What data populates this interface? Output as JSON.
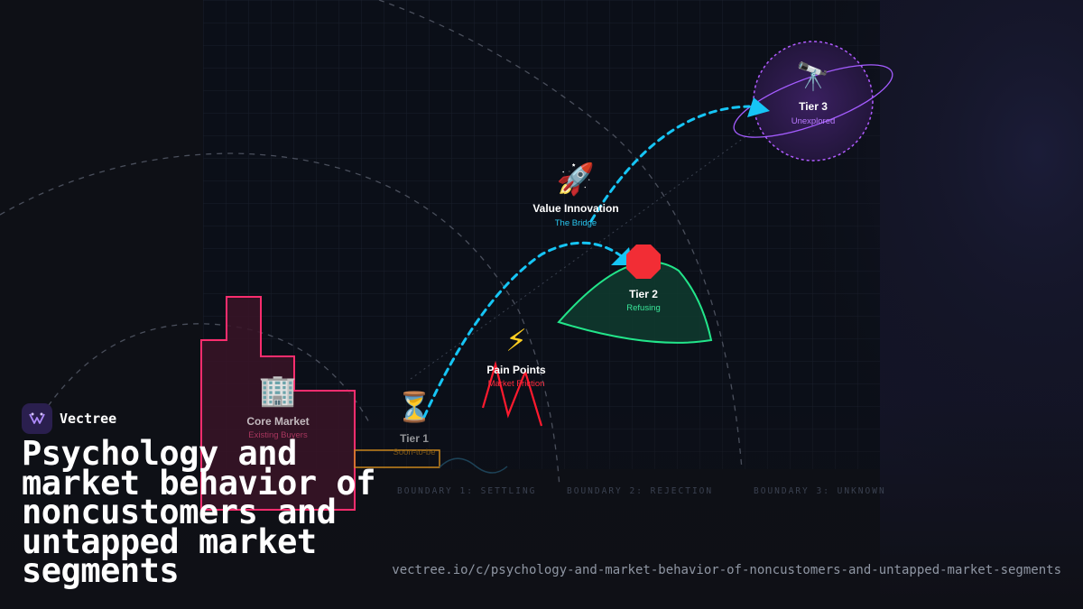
{
  "brand": {
    "name": "Vectree"
  },
  "title": "Psychology and market behavior of noncustomers and untapped market segments",
  "url": "vectree.io/c/psychology-and-market-behavior-of-noncustomers-and-untapped-market-segments",
  "colors": {
    "background": "#0d0f15",
    "core": "#ff2d6e",
    "tier1": "#c8861d",
    "tier2": "#22e58a",
    "tier3": "#b05cff",
    "path": "#16c5f5",
    "pain": "#ff1a2e"
  },
  "nodes": {
    "core": {
      "icon": "🏢",
      "icon_name": "office-building-icon",
      "label": "Core Market",
      "sub": "Existing Buyers"
    },
    "tier1": {
      "icon": "⏳",
      "icon_name": "hourglass-icon",
      "label": "Tier 1",
      "sub": "Soon-to-be"
    },
    "pain": {
      "icon": "⚡",
      "icon_name": "lightning-icon",
      "label": "Pain Points",
      "sub": "Market Friction"
    },
    "innovation": {
      "icon": "🚀",
      "icon_name": "rocket-icon",
      "label": "Value Innovation",
      "sub": "The Bridge"
    },
    "tier2": {
      "icon": "🛑",
      "icon_name": "stop-sign-icon",
      "label": "Tier 2",
      "sub": "Refusing"
    },
    "tier3": {
      "icon": "🔭",
      "icon_name": "telescope-icon",
      "label": "Tier 3",
      "sub": "Unexplored"
    }
  },
  "boundaries": [
    "BOUNDARY 1: SETTLING",
    "BOUNDARY 2: REJECTION",
    "BOUNDARY 3: UNKNOWN"
  ]
}
